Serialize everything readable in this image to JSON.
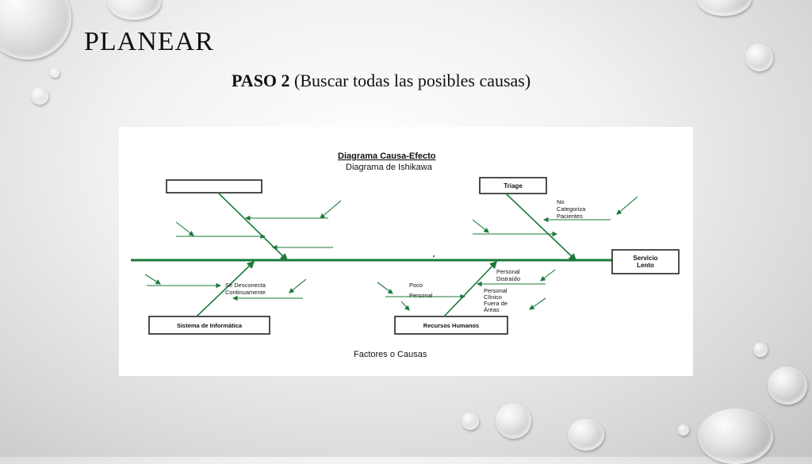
{
  "slide": {
    "title": "PLANEAR",
    "subtitle_bold": "PASO 2",
    "subtitle_rest": " (Buscar todas las posibles causas)"
  },
  "diagram": {
    "heading": "Diagrama Causa-Efecto",
    "subheading": "Diagrama de Ishikawa",
    "effect_line1": "Servicio",
    "effect_line2": "Lento",
    "categories": {
      "top_left": "",
      "top_right": "Triage",
      "bottom_left": "Sistema de Informática",
      "bottom_right": "Recursos Humanos"
    },
    "causes": {
      "no_categoriza": [
        "No",
        "Categoriza",
        "Pacientes"
      ],
      "se_desconecta": [
        "Se Desconecta",
        "Continuamente"
      ],
      "poco_personal": [
        "Poco",
        "Personal"
      ],
      "personal_distraido": [
        "Personal",
        "Distraído"
      ],
      "personal_clinico": [
        "Personal",
        "Clínico",
        "Fuera de",
        "Áreas"
      ]
    },
    "footer": "Factores o Causas"
  },
  "colors": {
    "bone": "#1a7a3a",
    "text": "#111111"
  }
}
